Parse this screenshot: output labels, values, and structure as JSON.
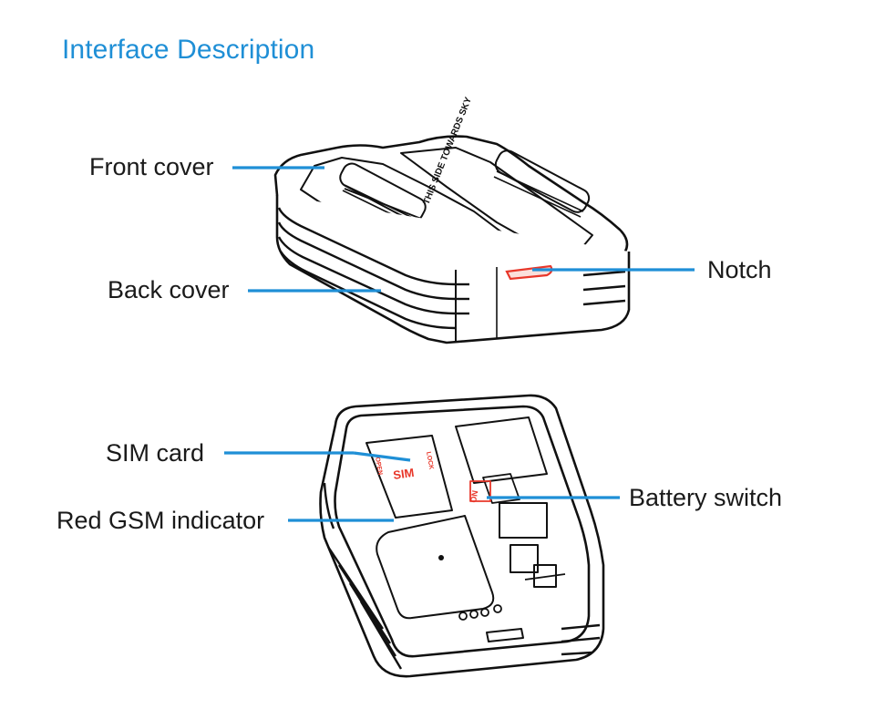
{
  "title": "Interface Description",
  "accent_color": "#1f8fd6",
  "labels": {
    "front_cover": "Front cover",
    "back_cover": "Back cover",
    "notch": "Notch",
    "sim_card": "SIM card",
    "red_gsm_indicator": "Red GSM indicator",
    "battery_switch": "Battery switch"
  },
  "device_markings": {
    "top_text": "THIS SIDE TOWARDS SKY",
    "sim_text": "SIM",
    "on_text": "ON",
    "lock_text": "LOCK",
    "open_text": "OPEN"
  }
}
